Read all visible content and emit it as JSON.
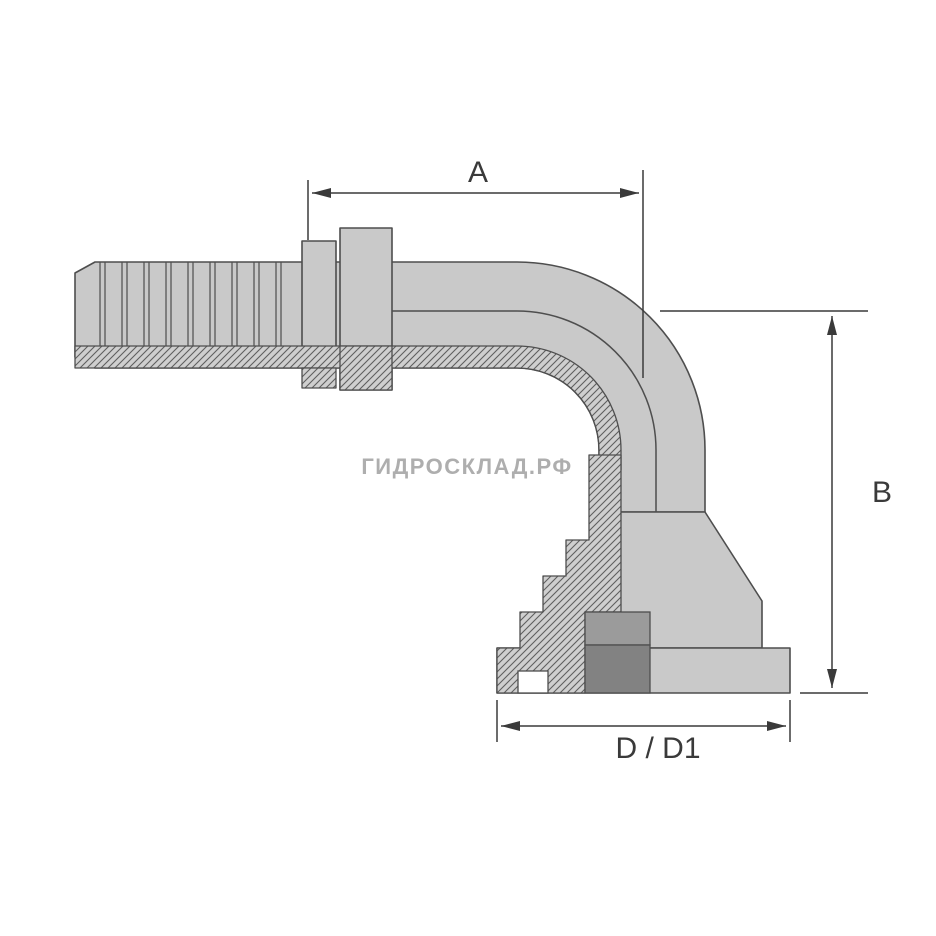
{
  "diagram": {
    "watermark": "ГИДРОСКЛАД.РФ",
    "dimensions": {
      "a_label": "A",
      "b_label": "B",
      "d_label": "D / D1"
    },
    "colors": {
      "body_fill": "#c9c9c9",
      "hatch_background": "#cfcfcf",
      "hatch_line": "#5f5f5f",
      "outline": "#4e4e4e",
      "dimension_line": "#3a3a3a",
      "bore_mid": "#9b9b9b",
      "bore_dark": "#828282",
      "watermark_gray": "#9a9a9a",
      "background": "#ffffff"
    }
  }
}
